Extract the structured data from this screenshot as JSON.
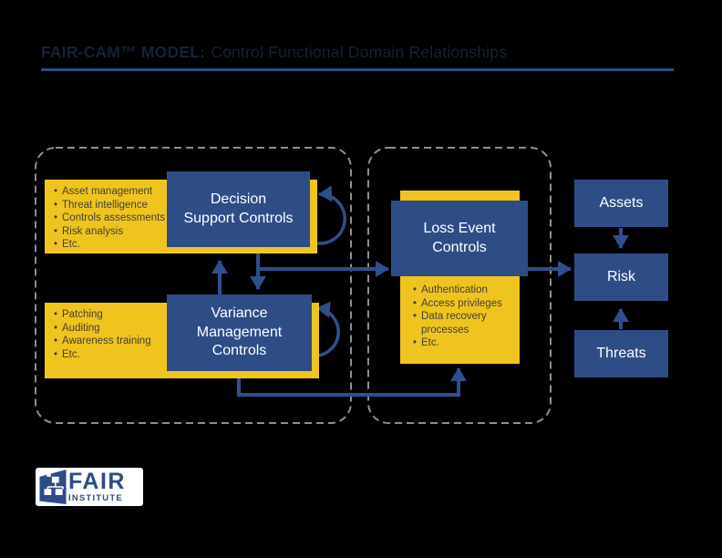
{
  "title": {
    "brand": "FAIR-CAM™ MODEL:",
    "subtitle": "Control Functional Domain Relationships"
  },
  "colors": {
    "background": "#000000",
    "navy_box": "#2e4d86",
    "yellow_panel": "#f0c41f",
    "arrow_blue": "#2f4f8e",
    "dashed_outline": "#8f8f8f",
    "title_text": "#152238",
    "title_underline": "#2e4d8c",
    "panel_text": "#434034",
    "box_text": "#ffffff",
    "logo_blue": "#2d4c85",
    "logo_bg": "#ffffff"
  },
  "left_domain": {
    "decision_box_label": "Decision\nSupport Controls",
    "decision_examples": [
      "Asset management",
      "Threat intelligence",
      "Controls assessments",
      "Risk analysis",
      "Etc."
    ],
    "variance_box_label": "Variance\nManagement\nControls",
    "variance_examples": [
      "Patching",
      "Auditing",
      "Awareness training",
      "Etc."
    ]
  },
  "loss_domain": {
    "loss_box_label": "Loss Event\nControls",
    "loss_examples": [
      "Authentication",
      "Access privileges",
      "Data recovery processes",
      "Etc."
    ]
  },
  "risk_chain": {
    "assets": "Assets",
    "risk": "Risk",
    "threats": "Threats"
  },
  "logo": {
    "name": "FAIR",
    "subname": "INSTITUTE"
  }
}
